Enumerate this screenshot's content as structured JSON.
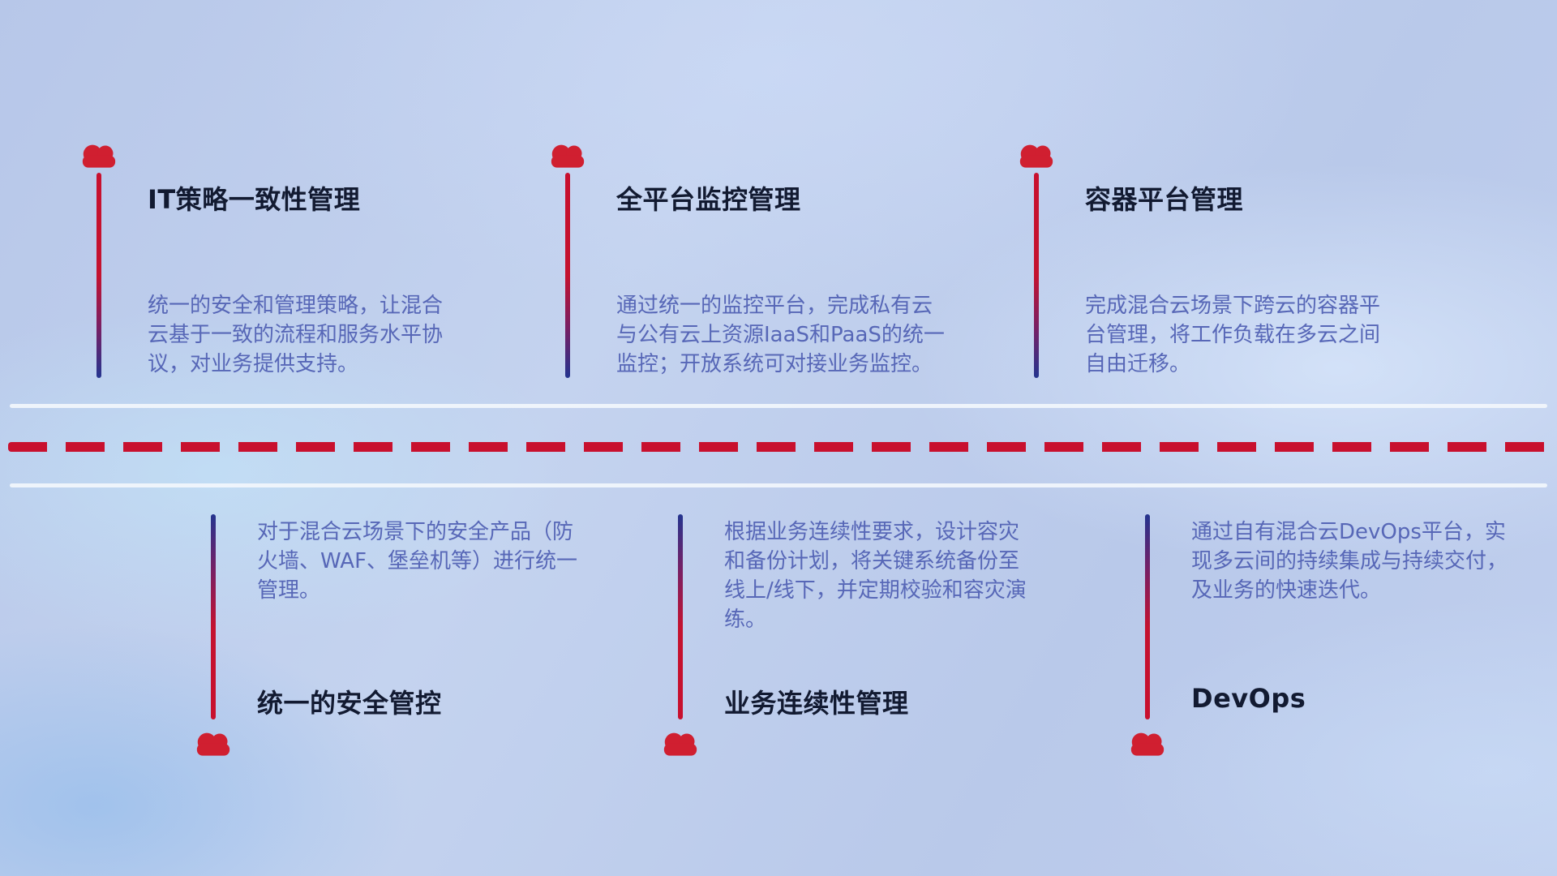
{
  "top_items": [
    {
      "title": "IT策略一致性管理",
      "description": "统一的安全和管理策略，让混合云基于一致的流程和服务水平协议，对业务提供支持。"
    },
    {
      "title": "全平台监控管理",
      "description": "通过统一的监控平台，完成私有云与公有云上资源IaaS和PaaS的统一监控；开放系统可对接业务监控。"
    },
    {
      "title": "容器平台管理",
      "description": "完成混合云场景下跨云的容器平台管理，将工作负载在多云之间自由迁移。"
    }
  ],
  "bottom_items": [
    {
      "title": "统一的安全管控",
      "description": "对于混合云场景下的安全产品（防火墙、WAF、堡垒机等）进行统一管理。"
    },
    {
      "title": "业务连续性管理",
      "description": "根据业务连续性要求，设计容灾和备份计划，将关键系统备份至线上/线下，并定期校验和容灾演练。"
    },
    {
      "title": "DevOps",
      "description": "通过自有混合云DevOps平台，实现多云间的持续集成与持续交付，及业务的快速迭代。"
    }
  ],
  "colors": {
    "accent_red": "#C8102E",
    "connector_blue": "#24348F",
    "description_text": "#5767B7",
    "title_text": "#121A31",
    "divider_light": "#F2F6FC"
  }
}
